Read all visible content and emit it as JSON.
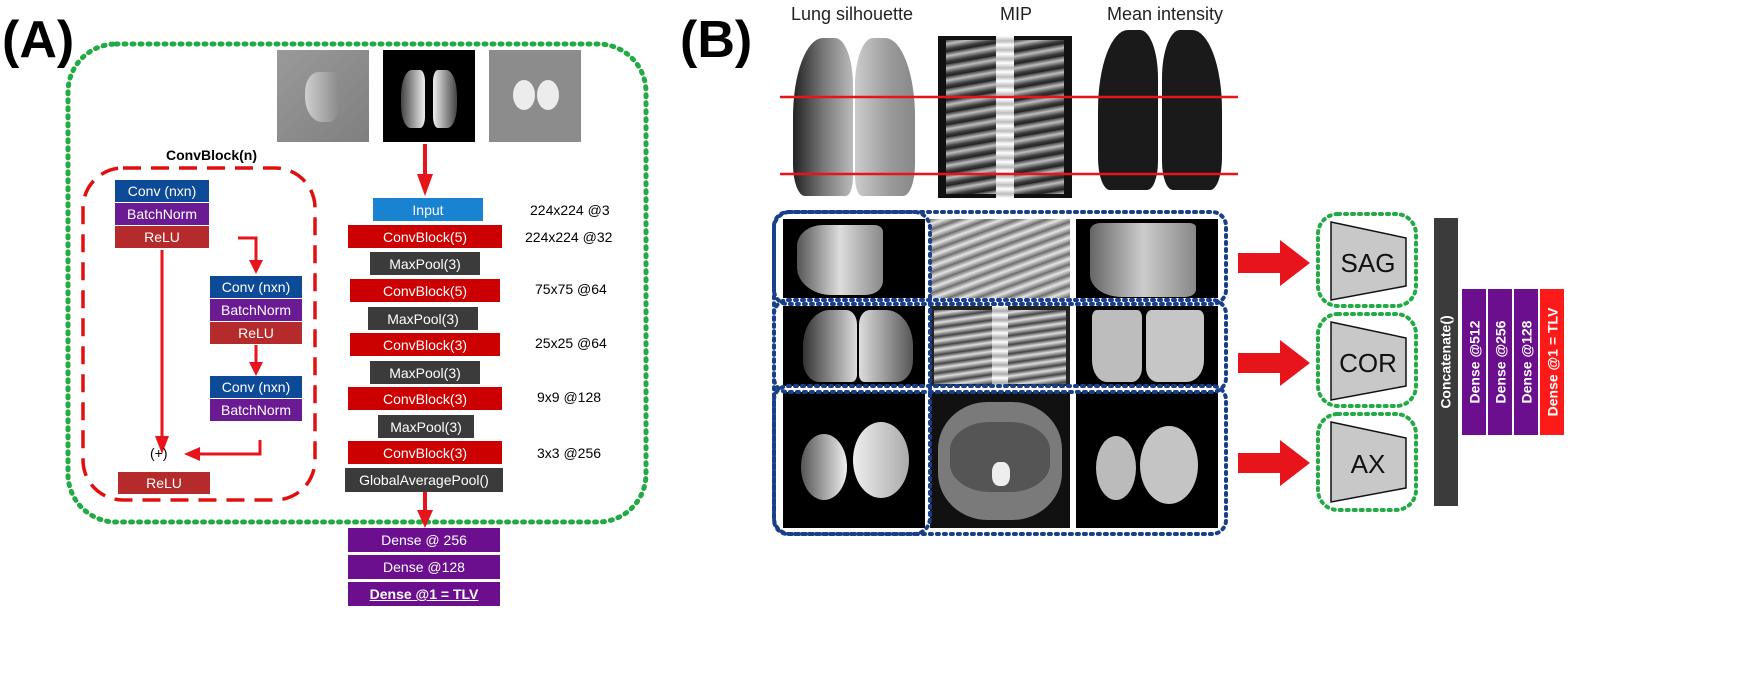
{
  "panel_a": {
    "label": "(A)",
    "convblock_title": "ConvBlock(n)",
    "convblock": {
      "conv1": "Conv (nxn)",
      "bn1": "BatchNorm",
      "relu1": "ReLU",
      "conv2": "Conv (nxn)",
      "bn2": "BatchNorm",
      "relu2": "ReLU",
      "conv3": "Conv (nxn)",
      "bn3": "BatchNorm",
      "add": "(+)",
      "relu_out": "ReLU"
    },
    "network": {
      "input": "Input",
      "layers": [
        "ConvBlock(5)",
        "MaxPool(3)",
        "ConvBlock(5)",
        "MaxPool(3)",
        "ConvBlock(3)",
        "MaxPool(3)",
        "ConvBlock(3)",
        "MaxPool(3)",
        "ConvBlock(3)",
        "GlobalAveragePool()"
      ],
      "dims": [
        "224x224 @3",
        "224x224 @32",
        "75x75 @64",
        "25x25 @64",
        "9x9 @128",
        "3x3 @256"
      ],
      "dense": [
        "Dense @ 256",
        "Dense @128",
        "Dense @1 = TLV"
      ]
    }
  },
  "panel_b": {
    "label": "(B)",
    "column_titles": [
      "Lung silhouette",
      "MIP",
      "Mean intensity"
    ],
    "views": [
      "SAG",
      "COR",
      "AX"
    ],
    "concat": "Concatenate()",
    "dense": [
      "Dense @512",
      "Dense @256",
      "Dense @128",
      "Dense @1 = TLV"
    ]
  },
  "colors": {
    "conv": "#0d4a97",
    "batchnorm": "#6a1a93",
    "relu": "#b52a2a",
    "input": "#1a83d1",
    "convblock": "#cc0000",
    "pool": "#3b3b3b",
    "dense": "#6b0f8e",
    "output": "#ff1a1a",
    "green_dotted": "#22aa44",
    "blue_dotted": "#1a3f8a",
    "red_arrow": "#e8141c"
  }
}
